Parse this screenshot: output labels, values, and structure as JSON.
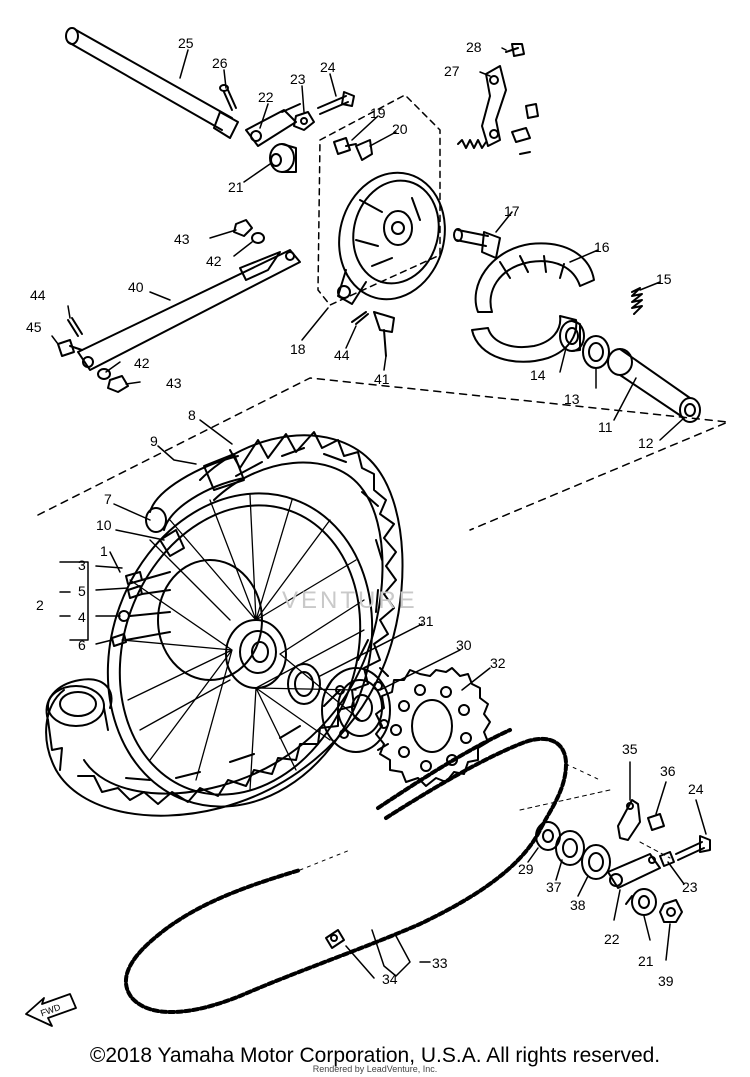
{
  "callouts": {
    "c1": "1",
    "c2": "2",
    "c3": "3",
    "c4": "4",
    "c5": "5",
    "c6": "6",
    "c7": "7",
    "c8": "8",
    "c9": "9",
    "c10": "10",
    "c11": "11",
    "c12": "12",
    "c13": "13",
    "c14": "14",
    "c15": "15",
    "c16": "16",
    "c17": "17",
    "c18": "18",
    "c19": "19",
    "c20": "20",
    "c21": "21",
    "c21b": "21",
    "c22": "22",
    "c22b": "22",
    "c23": "23",
    "c23b": "23",
    "c24": "24",
    "c24b": "24",
    "c25": "25",
    "c26": "26",
    "c27": "27",
    "c28": "28",
    "c29": "29",
    "c30": "30",
    "c31": "31",
    "c32": "32",
    "c33": "33",
    "c34": "34",
    "c35": "35",
    "c36": "36",
    "c37": "37",
    "c38": "38",
    "c39": "39",
    "c40": "40",
    "c41": "41",
    "c42": "42",
    "c42b": "42",
    "c43": "43",
    "c43b": "43",
    "c44": "44",
    "c44b": "44",
    "c45": "45"
  },
  "direction_label": "FWD",
  "watermark": "VENTURE",
  "footer": {
    "copyright": "©2018 Yamaha Motor Corporation, U.S.A. All rights reserved.",
    "rendered_by": "Rendered by LeadVenture, Inc."
  }
}
